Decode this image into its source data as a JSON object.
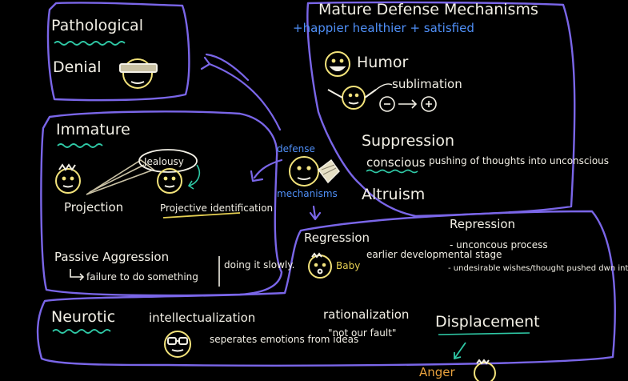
{
  "colors": {
    "background": "#000000",
    "text": "#f3f0e6",
    "box_outline": "#7a66e8",
    "squiggle_green": "#2fc9a6",
    "accent_blue": "#4f8ff7",
    "accent_yellow": "#e5cf52",
    "accent_orange": "#e8a13d",
    "face_yellow": "#f2e27a"
  },
  "pathological": {
    "title": "Pathological",
    "items": [
      "Denial"
    ]
  },
  "immature": {
    "title": "Immature",
    "jealousy": "Jealousy",
    "projection": "Projection",
    "projective_identification": "Projective identification",
    "passive_aggression": "Passive Aggression",
    "passive_aggression_desc": "failure to do something",
    "doing_it_slowly": "doing it slowly."
  },
  "center": {
    "defense": "defense",
    "mechanisms": "mechanisms"
  },
  "mature": {
    "title": "Mature Defense Mechanisms",
    "subtitle": "+happier healthier + satisfied",
    "humor": "Humor",
    "sublimation": "sublimation",
    "suppression": "Suppression",
    "conscious": "conscious",
    "suppression_desc": "pushing of thoughts into unconscious",
    "altruism": "Altruism"
  },
  "neurotic": {
    "title": "Neurotic",
    "regression": "Regression",
    "baby": "Baby",
    "regression_desc": "earlier developmental stage",
    "repression": "Repression",
    "repression_desc1": "- unconcous process",
    "repression_desc2": "- undesirable wishes/thought pushed dwn into unconcious",
    "intellectualization": "intellectualization",
    "intellectualization_desc": "seperates emotions from ideas",
    "rationalization": "rationalization",
    "rationalization_desc": "\"not our fault\"",
    "displacement": "Displacement",
    "anger": "Anger"
  }
}
